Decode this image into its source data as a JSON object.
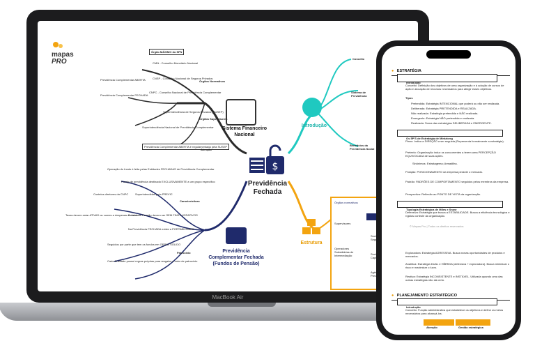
{
  "laptop": {
    "brand": "MacBook Air",
    "logo_line1": "mapas",
    "logo_line2": "PRO",
    "center_title": "Previdência Fechada",
    "node_sistema": "Sistema Financeiro Nacional",
    "node_introducao": "Introdução",
    "node_estrutura": "Estrutura",
    "node_complementar": "Previdência Complementar Fechada (Fundos de Pensão)",
    "top_label": "Órgão MÁXIMO do SFN",
    "left_items": [
      "CMN - Conselho Monetário Nacional",
      "CNSP - Conselho Nacional de Seguros Privados",
      "CNPC - Conselho Nacional de Previdência Complementar",
      "Previdência Complementar ABERTA",
      "Previdência Complementar FECHADA",
      "Superintendência de Seguros Privados (SUSEP)",
      "Superintendência Nacional de Previdência Complementar",
      "Previdência Complementar ABERTA é regulamentada pela SUSEP"
    ],
    "label_normativos": "Órgãos Normativos",
    "label_supervisores": "Órgãos Supervisores",
    "label_atencao": "Atenção",
    "label_caracteristicas": "Características",
    "label_patrocinio": "Patrocínio",
    "bottom_items": [
      "Operação do fundo é feita pelas Entidades FECHADAS de Previdência Complementar",
      "Fundo de previdência destinado EXCLUSIVAMENTE a um grupo específico",
      "Superintendidas pela PREVIC",
      "Custeios diretores da CNPC",
      "Taxas devem estar ATIVAS ou cumes a despesas do fundo",
      "Fundos de Pensão devem ser SEM FINS LUCRATIVOS",
      "Na Previdência FECHADA existe a PORTABILIDADE",
      "Seguidos por parte que tem os fundos em GERAL SOLIDO",
      "Cada Entidade possui regras próprias para resgatar a valor de patrocínio"
    ],
    "right_items": [
      "Conceito",
      "Sistema de Previdência",
      "Benefícios da Previdência Social",
      "Órgãos normativos",
      "Supervisores",
      "Operadores Subsidiárias de Intermediação",
      "SES",
      "Sociedades de Seguros",
      "Sociedades de Capitalização",
      "Agências de Previdência"
    ]
  },
  "phone": {
    "footer_note": "© Mapas Pro | Todos os direitos reservados",
    "sections": [
      {
        "title": "ESTRATÉGIA"
      },
      {
        "title": "Introdução"
      },
      {
        "title": "Os 5P'S de Estratégia de Mintzberg"
      },
      {
        "title": "Tipologia Estratégica de Miles e Snow"
      },
      {
        "title": "PLANEJAMENTO ESTRATÉGICO"
      },
      {
        "title": "Introdução"
      }
    ],
    "lines": [
      "Conceito: Definição dos objetivos de uma organização e à adoção de cursos de ação e alocação de recursos necessários para atingir esses objetivos.",
      "Tipos",
      "Pretendida: Estratégia INTENCIONAL que poderá ou não ser realizada.",
      "Deliberada: Estratégia PRETENDIDA e REALIZADA.",
      "Não realizada: Estratégia pretendida e NÃO realizada.",
      "Emergente: Estratégia NÃO pretendida e realizada.",
      "Realizada: Soma das estratégias DELIBERADA e EMERGENTE.",
      "Plano: Indica a DIREÇÃO a ser seguida (Representa formalmente a estratégia).",
      "Pretexto: Organização induz os concorrentes a terem uma PERCEPÇÃO EQUIVOCADA de suas ações.",
      "Sinônimos: Estratagema; Armadilha.",
      "Posição: POSICIONAMENTO da empresa perante o mercado.",
      "Padrão: PADRÕES DE COMPORTAMENTO seguidos pelos membros da empresa.",
      "Perspectiva: Reflexão ao PONTO DE VISTA da organização.",
      "Defensiva: Estratégia que busca a ESTABILIDADE. Busca a eficiência tecnológica e rígidos controle da organização.",
      "Exploradora: Estratégia AGRESSIVA. Busca novas oportunidades de produtos e mercados.",
      "Analítica: Estratégia DUAL e HÍBRIDA (defensiva + exploradora). Busca minimizar o risco e maximizar o lucro.",
      "Reativa: Estratégia INCONSISTENTE e INSTÁVEL. Utilizada quando uma das outras estratégias não dá certo.",
      "Conceito: Função administrativa que estabelece os objetivos e define os meios necessários para alcançá-los.",
      "Atenção",
      "Gestão estratégica"
    ]
  }
}
